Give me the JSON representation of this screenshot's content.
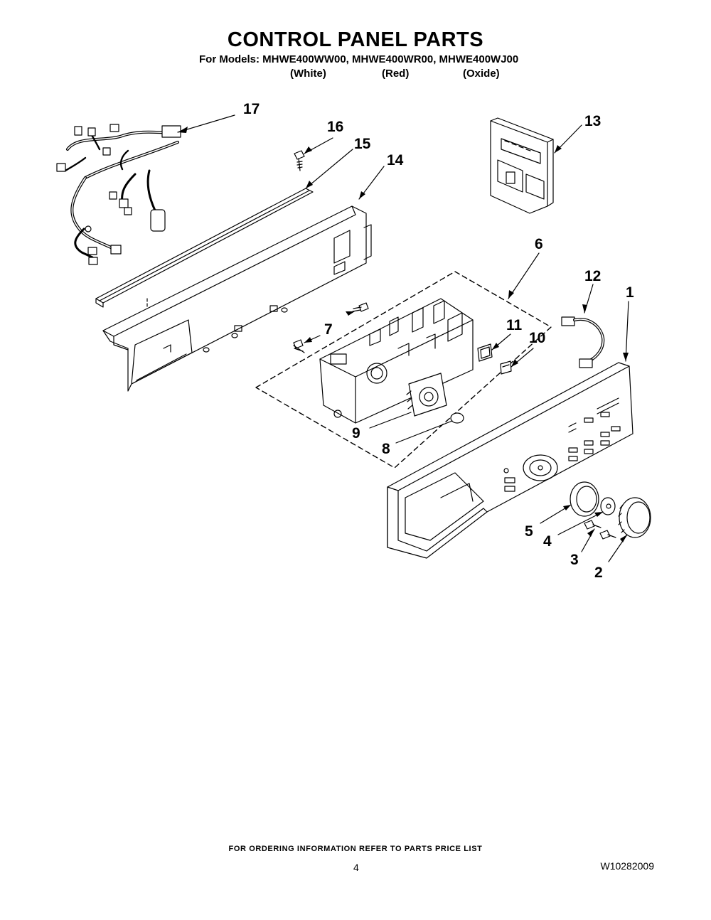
{
  "header": {
    "title": "CONTROL PANEL PARTS",
    "models_line": "For Models: MHWE400WW00, MHWE400WR00, MHWE400WJ00",
    "variants": [
      "(White)",
      "(Red)",
      "(Oxide)"
    ]
  },
  "callouts": [
    {
      "id": "1",
      "label": "1"
    },
    {
      "id": "2",
      "label": "2"
    },
    {
      "id": "3",
      "label": "3"
    },
    {
      "id": "4",
      "label": "4"
    },
    {
      "id": "5",
      "label": "5"
    },
    {
      "id": "6",
      "label": "6"
    },
    {
      "id": "7",
      "label": "7"
    },
    {
      "id": "8",
      "label": "8"
    },
    {
      "id": "9",
      "label": "9"
    },
    {
      "id": "10",
      "label": "10"
    },
    {
      "id": "11",
      "label": "11"
    },
    {
      "id": "12",
      "label": "12"
    },
    {
      "id": "13",
      "label": "13"
    },
    {
      "id": "14",
      "label": "14"
    },
    {
      "id": "15",
      "label": "15"
    },
    {
      "id": "16",
      "label": "16"
    },
    {
      "id": "17",
      "label": "17"
    }
  ],
  "footer": {
    "note": "FOR ORDERING INFORMATION REFER TO PARTS PRICE LIST",
    "page_number": "4",
    "document_number": "W10282009"
  }
}
